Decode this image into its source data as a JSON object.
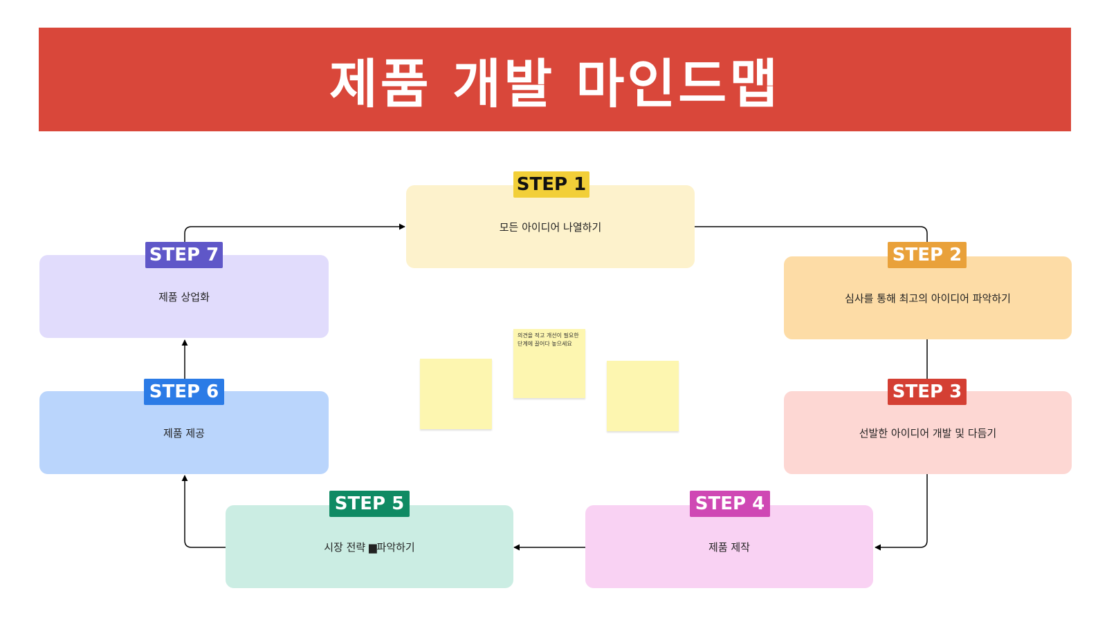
{
  "title": "제품 개발 마인드맵",
  "colors": {
    "title_bg": "#d9473a",
    "connector": "#000000",
    "sticky": "#fdf6b0"
  },
  "steps": [
    {
      "badge": "STEP 1",
      "label": "모든 아이디어 나열하기",
      "badge_color": "#f2cf38",
      "badge_text_color": "#111111",
      "card_color": "#fdf2cc"
    },
    {
      "badge": "STEP 2",
      "label": "심사를 통해 최고의 아이디어 파악하기",
      "badge_color": "#e9a13a",
      "badge_text_color": "#ffffff",
      "card_color": "#fddca6"
    },
    {
      "badge": "STEP 3",
      "label": "선발한 아이디어 개발 및 다듬기",
      "badge_color": "#d43f33",
      "badge_text_color": "#ffffff",
      "card_color": "#fdd7d3"
    },
    {
      "badge": "STEP 4",
      "label": "제품 제작",
      "badge_color": "#cf48b4",
      "badge_text_color": "#ffffff",
      "card_color": "#f9d2f3"
    },
    {
      "badge": "STEP 5",
      "label": "시장 전략 ▆파악하기",
      "badge_color": "#0f8a63",
      "badge_text_color": "#ffffff",
      "card_color": "#cbede3"
    },
    {
      "badge": "STEP 6",
      "label": "제품 제공",
      "badge_color": "#2b7be6",
      "badge_text_color": "#ffffff",
      "card_color": "#bad5fc"
    },
    {
      "badge": "STEP 7",
      "label": "제품 상업화",
      "badge_color": "#5f57c8",
      "badge_text_color": "#ffffff",
      "card_color": "#e1dcfc"
    }
  ],
  "sticky_notes": [
    {
      "text": ""
    },
    {
      "text": "의견을 적고 개선이 필요한 단계에 끌어다 놓으세요"
    },
    {
      "text": ""
    }
  ]
}
